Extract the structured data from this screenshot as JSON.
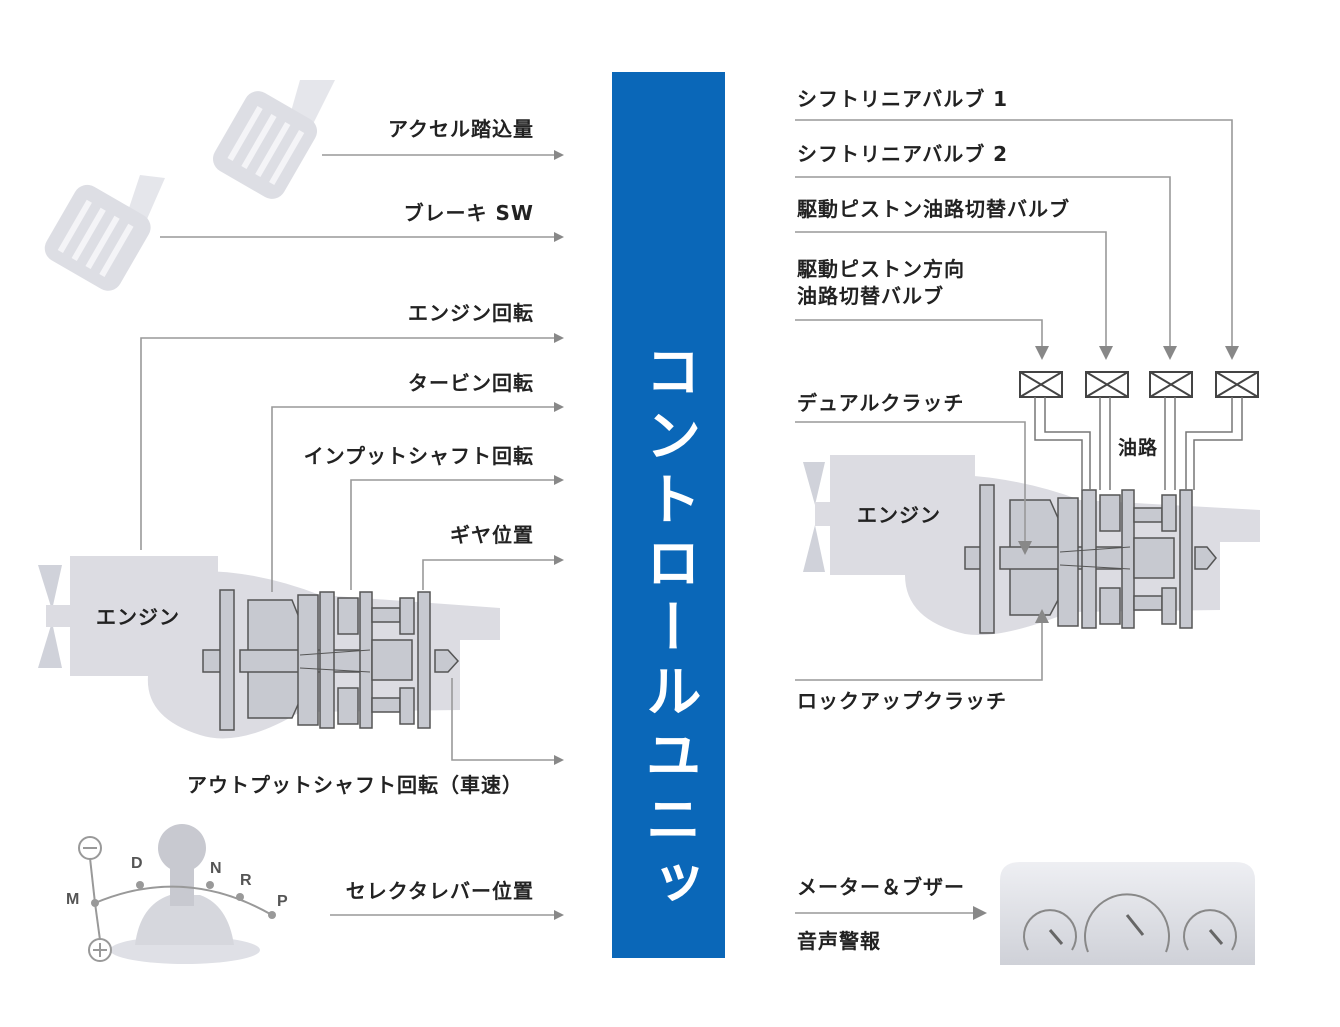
{
  "control_unit": {
    "label": "コントロールユニット",
    "color": "#0a67b8"
  },
  "inputs": {
    "accel": "アクセル踏込量",
    "brake": "ブレーキ SW",
    "engine_rpm": "エンジン回転",
    "turbine_rpm": "タービン回転",
    "input_shaft_rpm": "インプットシャフト回転",
    "gear_position": "ギヤ位置",
    "output_shaft_rpm": "アウトプットシャフト回転（車速）",
    "selector_position": "セレクタレバー位置"
  },
  "left_engine_label": "エンジン",
  "selector_letters": {
    "m": "M",
    "d": "D",
    "n": "N",
    "r": "R",
    "p": "P"
  },
  "outputs": {
    "shift_valve_1": "シフトリニアバルブ 1",
    "shift_valve_2": "シフトリニアバルブ 2",
    "piston_valve": "駆動ピストン油路切替バルブ",
    "piston_dir_valve_line1": "駆動ピストン方向",
    "piston_dir_valve_line2": "油路切替バルブ",
    "dual_clutch": "デュアルクラッチ",
    "oil_path": "油路",
    "lockup_clutch": "ロックアップクラッチ",
    "meter_buzzer": "メーター＆ブザー",
    "voice_alarm": "音声警報"
  },
  "right_engine_label": "エンジン",
  "colors": {
    "line": "#999999",
    "arrow": "#888888",
    "engine_gray": "#dcdce2",
    "part_gray": "#b9bcc4"
  }
}
